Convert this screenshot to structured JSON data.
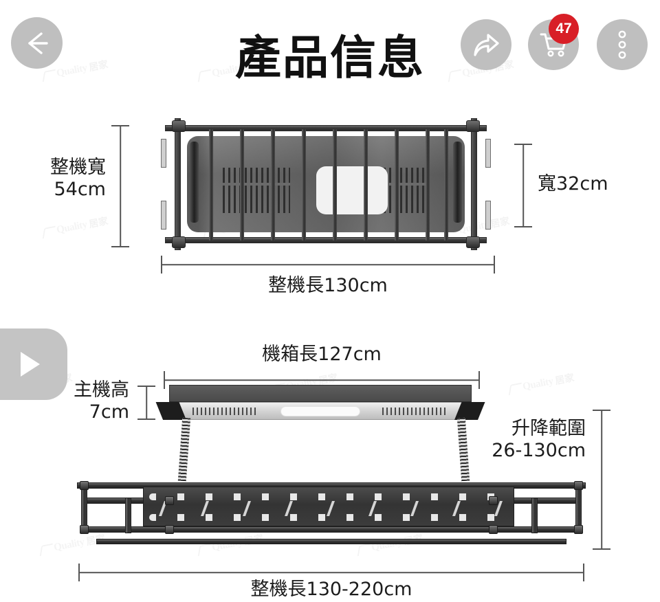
{
  "header": {
    "title": "產品信息",
    "back_icon": "back-arrow-icon",
    "share_icon": "share-arrow-icon",
    "cart_icon": "shopping-cart-icon",
    "cart_badge_count": "47",
    "more_icon": "more-options-icon"
  },
  "media": {
    "play_icon": "play-button-icon"
  },
  "watermark": {
    "brand": "Quality",
    "brand_cjk": "居家"
  },
  "diagrams": [
    {
      "name": "top-view",
      "labels": {
        "left_width": "整機寬\n54cm",
        "right_width": "寬32cm",
        "bottom_length": "整機長130cm"
      }
    },
    {
      "name": "side-view",
      "labels": {
        "top_length": "機箱長127cm",
        "left_height": "主機高\n7cm",
        "right_range": "升降範圍\n26-130cm",
        "bottom_length": "整機長130-220cm"
      }
    }
  ],
  "specs": {
    "overall_width_cm": "54",
    "inner_width_cm": "32",
    "overall_length_cm": "130",
    "box_length_cm": "127",
    "unit_height_cm": "7",
    "lift_range_cm": "26-130",
    "extended_length_cm": "130-220"
  },
  "colors": {
    "background": "#ffffff",
    "button_gray": "#bfbfbf",
    "badge_red": "#d81f27",
    "text_dark": "#1a1a1a",
    "line_gray": "#555555"
  }
}
